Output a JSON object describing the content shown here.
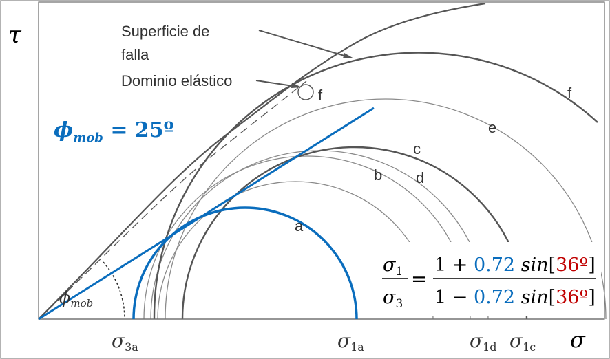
{
  "axes": {
    "y_label": "τ",
    "x_label": "σ"
  },
  "annotations": {
    "surface_line1": "Superficie de",
    "surface_line2": "falla",
    "elastic_domain": "Dominio elástico",
    "point_f": "f"
  },
  "circles": [
    {
      "id": "a",
      "label": "a"
    },
    {
      "id": "b",
      "label": "b"
    },
    {
      "id": "c",
      "label": "c"
    },
    {
      "id": "d",
      "label": "d"
    },
    {
      "id": "e",
      "label": "e"
    },
    {
      "id": "f",
      "label": "f"
    }
  ],
  "angle": {
    "label_main": "ϕ",
    "label_sub": "mob",
    "mobilized_main": "ϕ",
    "mobilized_sub": "mob",
    "mobilized_value": " = 25º"
  },
  "ticks": {
    "s3a_main": "σ",
    "s3a_sub": "3a",
    "s1a_main": "σ",
    "s1a_sub": "1a",
    "s1d_main": "σ",
    "s1d_sub": "1d",
    "s1c_main": "σ",
    "s1c_sub": "1c"
  },
  "formula": {
    "num_lhs_main": "σ",
    "num_lhs_sub": "1",
    "den_lhs_main": "σ",
    "den_lhs_sub": "3",
    "equals": "=",
    "num_prefix": "1 + ",
    "num_coef": "0.72",
    "den_prefix": "1 − ",
    "den_coef": "0.72",
    "func": "sin",
    "angle_open": "[",
    "angle_value": "36º",
    "angle_close": "]"
  },
  "colors": {
    "blue": "#0a6dbd",
    "red": "#c00000",
    "gray": "#555555",
    "black": "#000000"
  }
}
